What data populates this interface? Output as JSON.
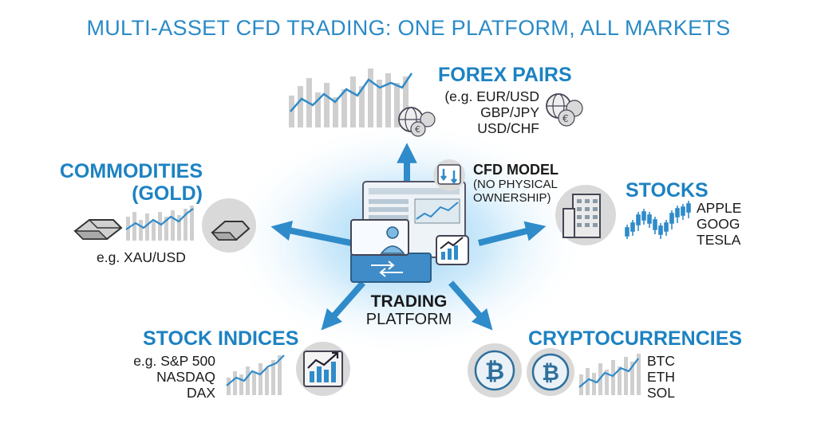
{
  "title": "MULTI-ASSET CFD TRADING: ONE PLATFORM, ALL MARKETS",
  "center": {
    "label_line1": "TRADING",
    "label_line2": "PLATFORM",
    "exchange_icon": "exchange-arrows-icon"
  },
  "cfd_model": {
    "heading": "CFD MODEL",
    "note_line1": "(NO PHYSICAL",
    "note_line2": "OWNERSHIP)"
  },
  "forex": {
    "heading": "FOREX PAIRS",
    "examples": [
      "(e.g. EUR/USD",
      "GBP/JPY",
      "USD/CHF"
    ]
  },
  "commodities": {
    "heading_line1": "COMMODITIES",
    "heading_line2": "(GOLD)",
    "example": "e.g. XAU/USD"
  },
  "stocks": {
    "heading": "STOCKS",
    "examples": [
      "APPLE",
      "GOOG",
      "TESLA"
    ]
  },
  "indices": {
    "heading": "STOCK INDICES",
    "examples": [
      "e.g. S&P 500",
      "NASDAQ",
      "DAX"
    ]
  },
  "crypto": {
    "heading": "CRYPTOCURRENCIES",
    "examples": [
      "BTC",
      "ETH",
      "SOL"
    ]
  },
  "colors": {
    "accent": "#1d82c2",
    "arrow": "#2f8bc9",
    "glow": "#9fd3f4",
    "icon_gray": "#d9d9d9",
    "bar_gray": "#c8c8c8"
  }
}
